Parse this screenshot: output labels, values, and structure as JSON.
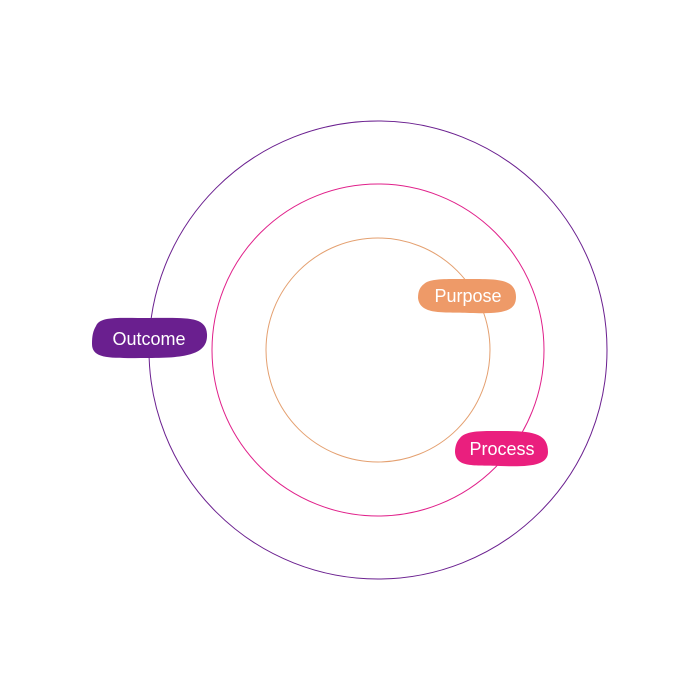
{
  "diagram": {
    "labels": {
      "outcome": "Outcome",
      "purpose": "Purpose",
      "process": "Process"
    },
    "colors": {
      "outer_ring": "#6a1f8f",
      "middle_ring": "#e0208a",
      "inner_ring": "#e4a070",
      "outcome": "#6a1f8f",
      "purpose": "#ee9a68",
      "process": "#ea1f7e"
    }
  }
}
